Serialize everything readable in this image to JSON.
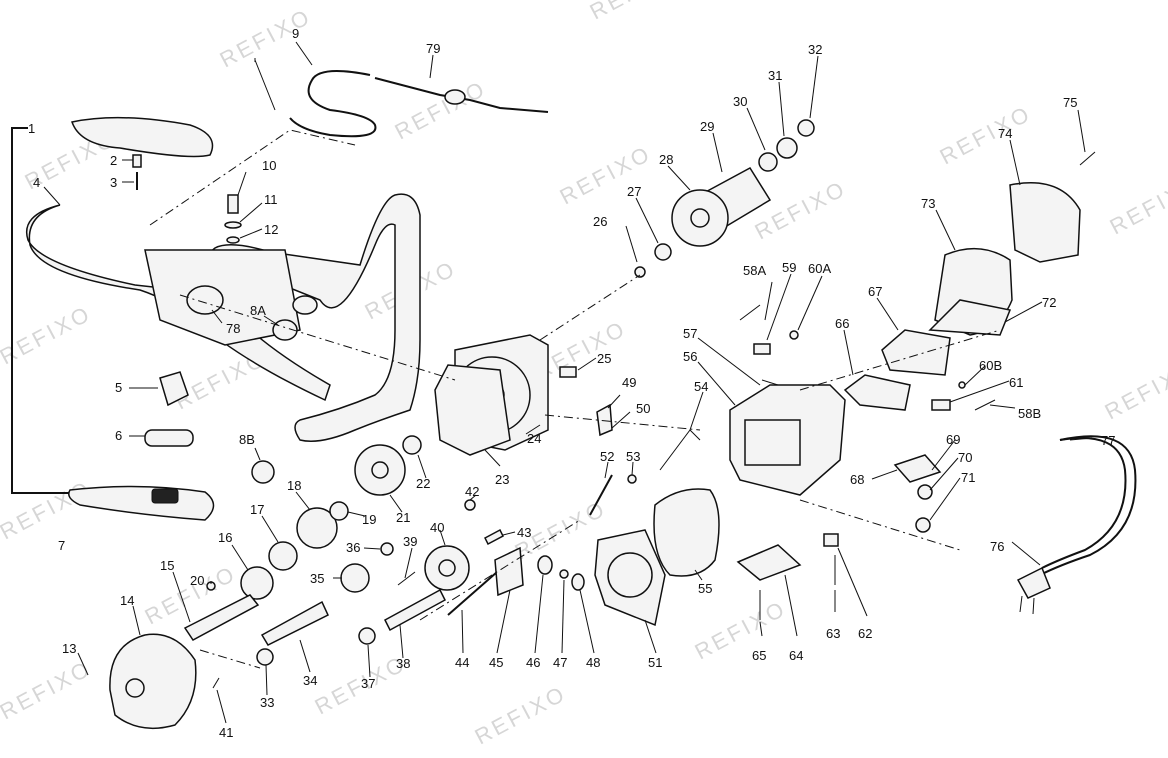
{
  "watermark": "REFIXO",
  "labels": [
    "1",
    "2",
    "3",
    "4",
    "5",
    "6",
    "7",
    "8A",
    "8B",
    "9",
    "10",
    "11",
    "12",
    "13",
    "14",
    "15",
    "16",
    "17",
    "18",
    "19",
    "20",
    "21",
    "22",
    "23",
    "24",
    "25",
    "26",
    "27",
    "28",
    "29",
    "30",
    "31",
    "32",
    "33",
    "34",
    "35",
    "36",
    "37",
    "38",
    "39",
    "40",
    "41",
    "42",
    "43",
    "44",
    "45",
    "46",
    "47",
    "48",
    "49",
    "50",
    "51",
    "52",
    "53",
    "54",
    "55",
    "56",
    "57",
    "58A",
    "58B",
    "59",
    "60A",
    "60B",
    "61",
    "62",
    "63",
    "64",
    "65",
    "66",
    "67",
    "68",
    "69",
    "70",
    "71",
    "72",
    "73",
    "74",
    "75",
    "76",
    "77",
    "78",
    "79"
  ]
}
